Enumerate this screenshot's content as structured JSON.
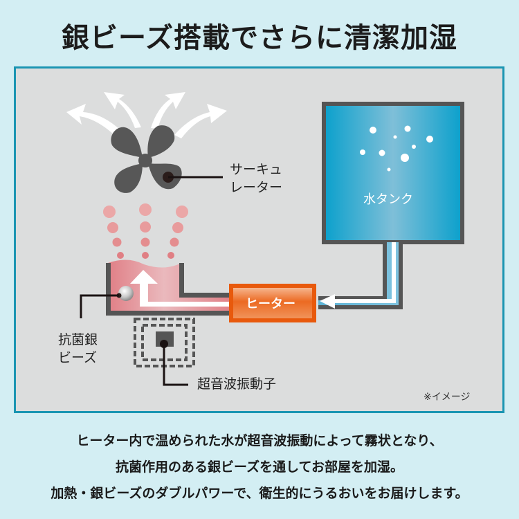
{
  "title": "銀ビーズ搭載でさらに清潔加湿",
  "diagram": {
    "labels": {
      "circulator_line1": "サーキュ",
      "circulator_line2": "レーター",
      "water_tank": "水タンク",
      "heater": "ヒーター",
      "silver_beads_line1": "抗菌銀",
      "silver_beads_line2": "ビーズ",
      "ultrasonic": "超音波振動子",
      "image_note": "※イメージ"
    },
    "colors": {
      "background": "#d3eef3",
      "panel": "#dcdddd",
      "panel_border": "#1a95b2",
      "pipe": "#555555",
      "water_blue": "#0aa0cc",
      "heater_orange": "#e8590c",
      "warm_pink": "#e07a80",
      "fan": "#575757"
    },
    "components": [
      "circulator-fan",
      "water-tank",
      "heater",
      "silver-beads",
      "ultrasonic-vibrator",
      "mist-chamber"
    ]
  },
  "description": {
    "line1": "ヒーター内で温められた水が超音波振動によって霧状となり、",
    "line2": "抗菌作用のある銀ビーズを通してお部屋を加湿。",
    "line3": "加熱・銀ビーズのダブルパワーで、衛生的にうるおいをお届けします。"
  }
}
